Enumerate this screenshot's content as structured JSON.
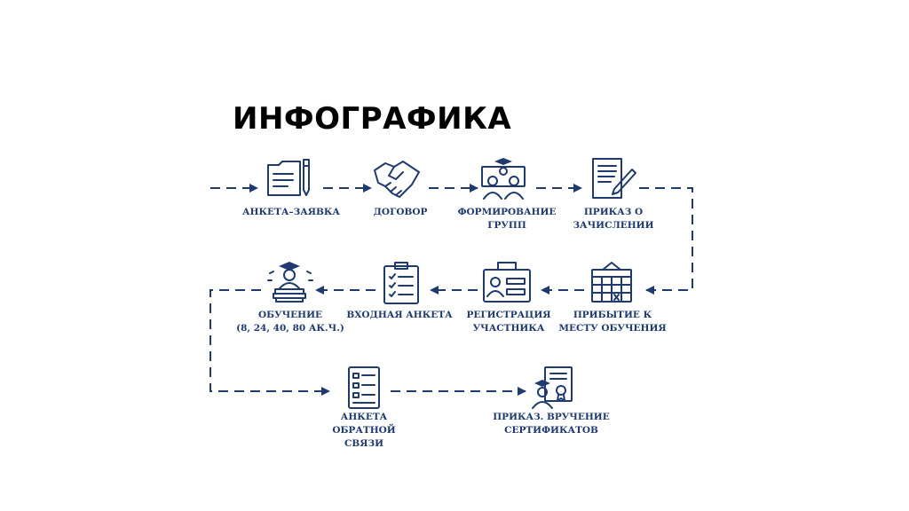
{
  "title": "ИНФОГРАФИКА",
  "colors": {
    "primary": "#1f3a6e",
    "background": "#ffffff",
    "title": "#000000"
  },
  "steps": [
    {
      "icon": "folder-document-pen-icon",
      "lines": [
        "АНКЕТА–ЗАЯВКА"
      ]
    },
    {
      "icon": "handshake-icon",
      "lines": [
        "ДОГОВОР"
      ]
    },
    {
      "icon": "group-formation-icon",
      "lines": [
        "ФОРМИРОВАНИЕ",
        "ГРУПП"
      ]
    },
    {
      "icon": "document-sign-icon",
      "lines": [
        "ПРИКАЗ О",
        "ЗАЧИСЛЕНИИ"
      ]
    },
    {
      "icon": "calendar-icon",
      "lines": [
        "ПРИБЫТИЕ К",
        "МЕСТУ ОБУЧЕНИЯ"
      ]
    },
    {
      "icon": "id-badge-icon",
      "lines": [
        "РЕГИСТРАЦИЯ",
        "УЧАСТНИКА"
      ]
    },
    {
      "icon": "checklist-clipboard-icon",
      "lines": [
        "ВХОДНАЯ АНКЕТА"
      ]
    },
    {
      "icon": "graduate-books-icon",
      "lines": [
        "ОБУЧЕНИЕ",
        "(8, 24, 40, 80 АК.Ч.)"
      ]
    },
    {
      "icon": "feedback-form-icon",
      "lines": [
        "АНКЕТА",
        "ОБРАТНОЙ",
        "СВЯЗИ"
      ]
    },
    {
      "icon": "certificate-graduate-icon",
      "lines": [
        "ПРИКАЗ. ВРУЧЕНИЕ",
        "СЕРТИФИКАТОВ"
      ]
    }
  ]
}
